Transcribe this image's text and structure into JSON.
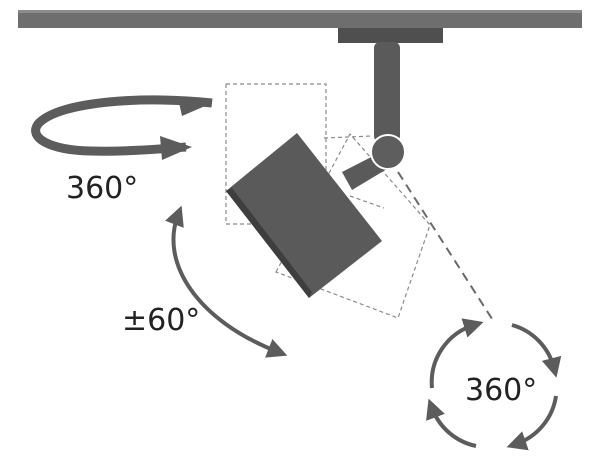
{
  "labels": {
    "horizontal_rotation": "360°",
    "tilt": "±60°",
    "head_rotation": "360°"
  },
  "colors": {
    "fixture": "#5a5a5a",
    "fixture_dark": "#3e3e3e",
    "track": "#6e6e6e",
    "arrow": "#5c5c5c",
    "dashed": "#8a8a8a"
  }
}
